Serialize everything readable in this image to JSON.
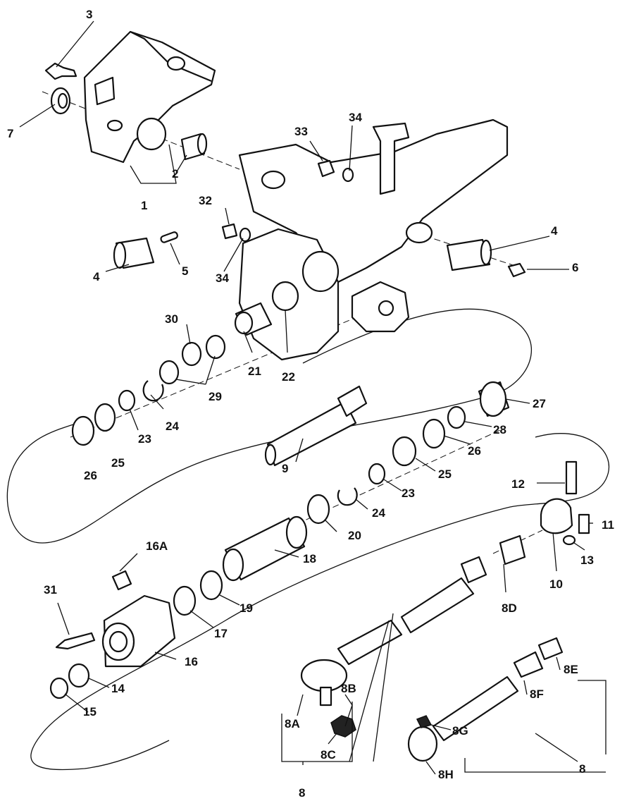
{
  "callouts": {
    "c1": "1",
    "c2": "2",
    "c3": "3",
    "c4a": "4",
    "c4b": "4",
    "c5": "5",
    "c6": "6",
    "c7": "7",
    "c8a": "8",
    "c8b": "8",
    "c8A": "8A",
    "c8B": "8B",
    "c8C": "8C",
    "c8D": "8D",
    "c8E": "8E",
    "c8F": "8F",
    "c8G": "8G",
    "c8H": "8H",
    "c9": "9",
    "c10": "10",
    "c11": "11",
    "c12": "12",
    "c13": "13",
    "c14": "14",
    "c15": "15",
    "c16": "16",
    "c16A": "16A",
    "c17": "17",
    "c18": "18",
    "c19": "19",
    "c20": "20",
    "c21": "21",
    "c22": "22",
    "c23a": "23",
    "c23b": "23",
    "c24a": "24",
    "c24b": "24",
    "c25a": "25",
    "c25b": "25",
    "c26a": "26",
    "c26b": "26",
    "c27": "27",
    "c28": "28",
    "c29": "29",
    "c30": "30",
    "c31": "31",
    "c32": "32",
    "c33": "33",
    "c34a": "34",
    "c34b": "34"
  }
}
